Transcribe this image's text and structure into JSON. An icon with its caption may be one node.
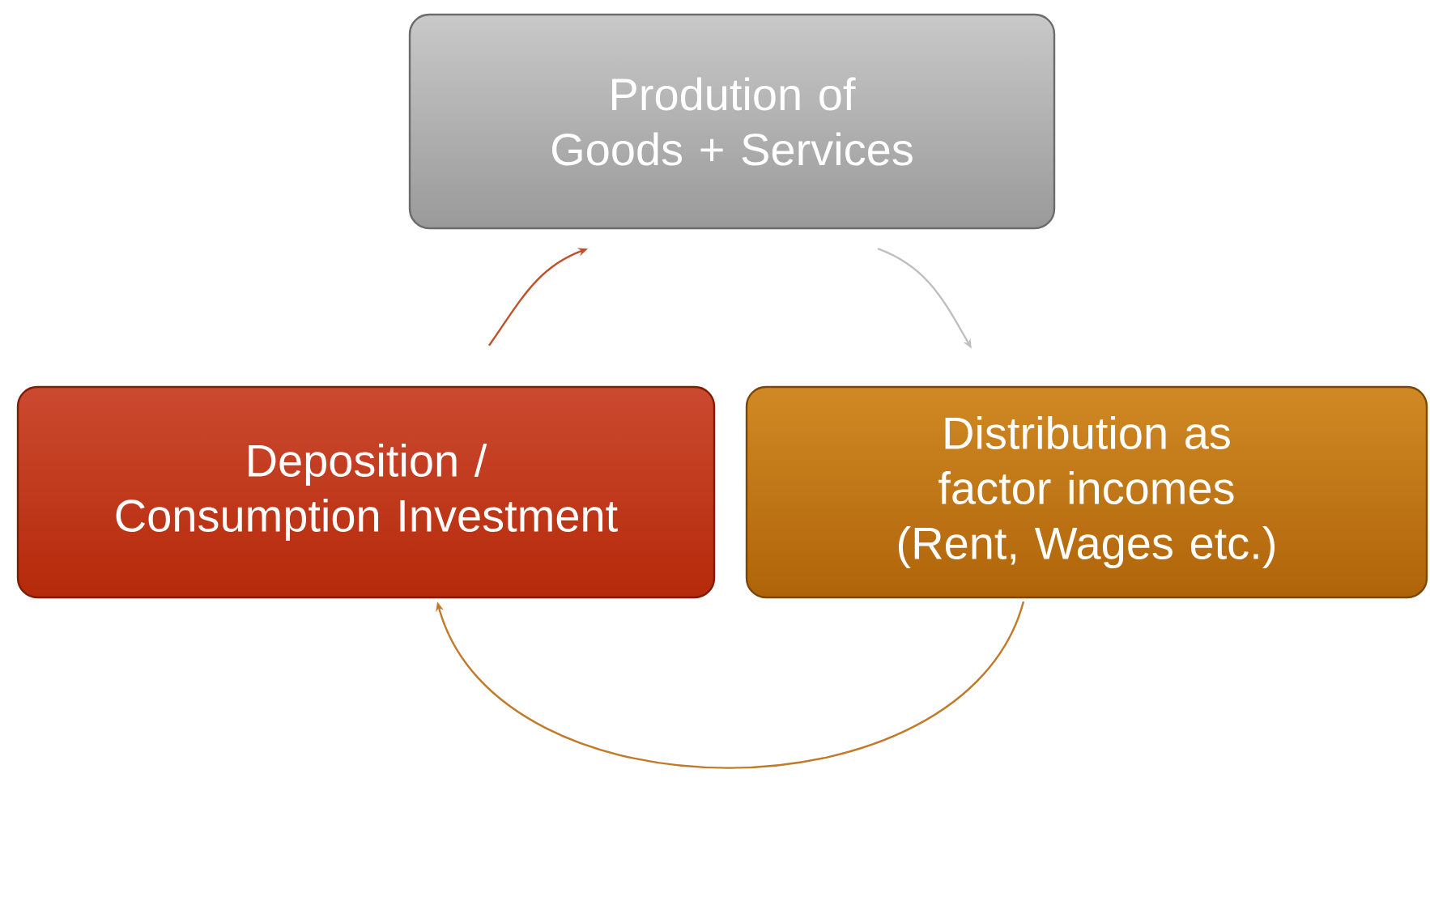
{
  "diagram": {
    "nodes": [
      {
        "text": [
          "Prodution of Goods + Services"
        ]
      },
      {
        "text": [
          "Deposition / Consumption Investment"
        ]
      },
      {
        "text": [
          "Distribution as factor incomes (Rent, Wages etc.)"
        ]
      }
    ],
    "edges": [
      {
        "from": 0,
        "to": 2,
        "arrow": "to",
        "color": "#bfbfbf"
      },
      {
        "from": 2,
        "to": 1,
        "arrow": "to",
        "color": "#c07a2a"
      },
      {
        "from": 1,
        "to": 0,
        "arrow": "to",
        "color": "#c0502a"
      }
    ]
  }
}
